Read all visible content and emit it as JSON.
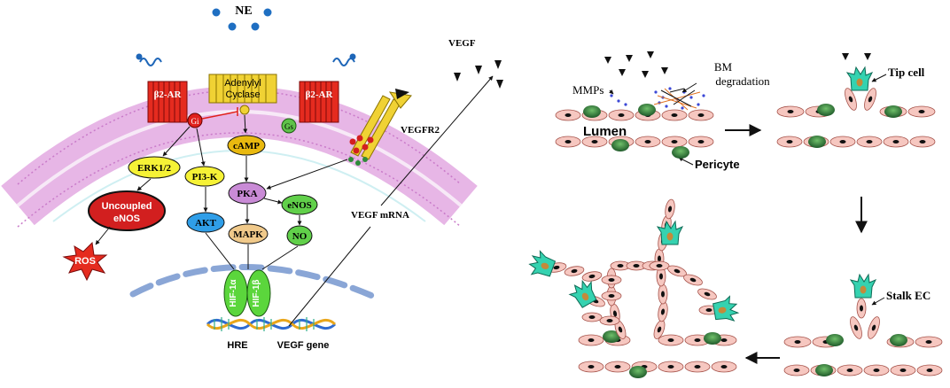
{
  "left_panel": {
    "ne": "NE",
    "b2ar_left": "β2-AR",
    "b2ar_right": "β2-AR",
    "adenylyl_cyclase_line1": "Adenylyl",
    "adenylyl_cyclase_line2": "Cyclase",
    "gi": "Gi",
    "gs": "Gs",
    "camp": "cAMP",
    "erk": "ERK1/2",
    "pi3k": "PI3-K",
    "pka": "PKA",
    "uncoupled_line1": "Uncoupled",
    "uncoupled_line2": "eNOS",
    "akt": "AKT",
    "enos": "eNOS",
    "mapk": "MAPK",
    "no": "NO",
    "ros": "ROS",
    "hif1a": "HIF-1α",
    "hif1b": "HIF-1β",
    "hre": "HRE",
    "vegf_gene": "VEGF gene",
    "vegf_mrna": "VEGF mRNA",
    "vegfr2": "VEGFR2",
    "vegf": "VEGF"
  },
  "right_panel": {
    "mmps": "MMPs",
    "bm_line1": "BM",
    "bm_line2": "degradation",
    "lumen": "Lumen",
    "pericyte": "Pericyte",
    "tip_cell": "Tip cell",
    "stalk_ec": "Stalk EC"
  },
  "colors": {
    "membrane": "#d98fd6",
    "receptor": "#e52b1f",
    "cyclase": "#f0d234",
    "gi": "#e0201c",
    "gs": "#5fc24a",
    "camp": "#e9b90f",
    "erk": "#f6f236",
    "pka": "#c98bd6",
    "uncoupled_enos": "#d21f1f",
    "akt": "#2f9ee8",
    "enos_no": "#61d04a",
    "mapk": "#f0c98a",
    "hif": "#5bd63c",
    "endothelial_cell": "#f6c7c0",
    "pericyte": "#2f7a3a",
    "tip_cell": "#35d2b0",
    "nucleus": "#1a4fa0"
  }
}
